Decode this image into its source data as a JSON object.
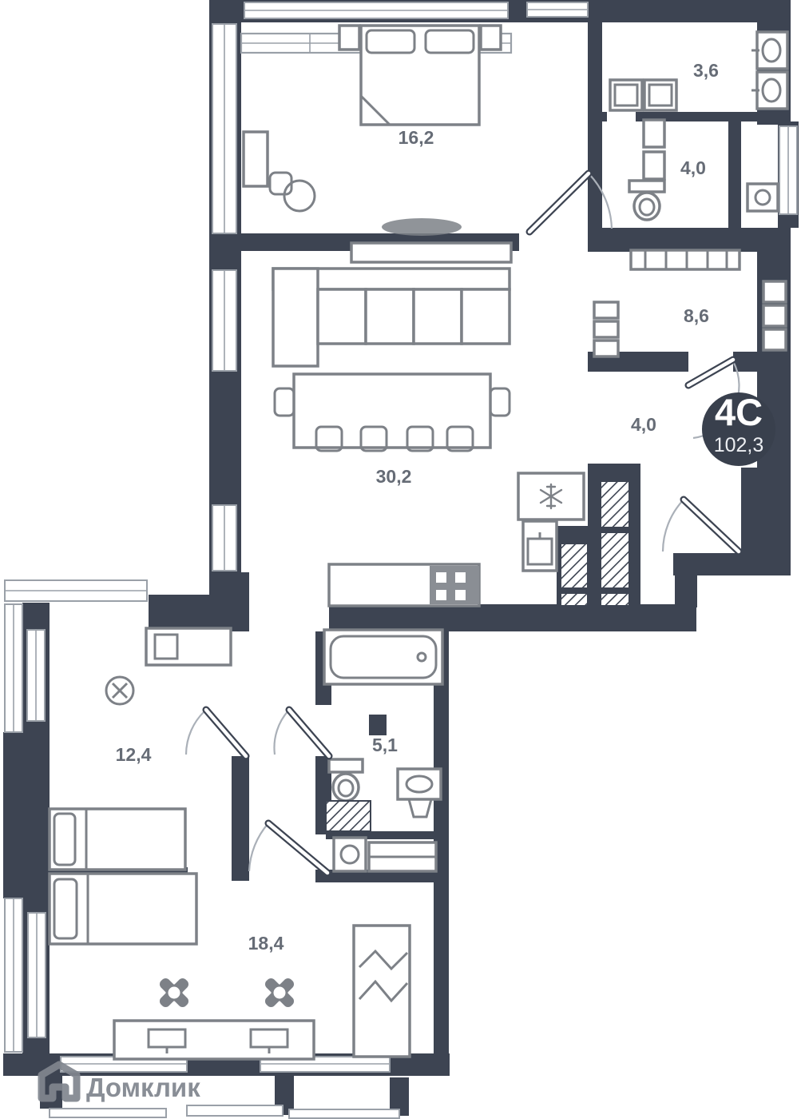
{
  "plan": {
    "type_badge": {
      "code": "4C",
      "area": "102,3"
    },
    "watermark": "Домклик",
    "labels": {
      "bedroom_master": "16,2",
      "laundry_bath": "3,6",
      "wc": "4,0",
      "wardrobe": "8,6",
      "hallway": "4,0",
      "living_kitchen": "30,2",
      "bedroom_left": "12,4",
      "bathroom_main": "5,1",
      "bedroom_kids": "18,4"
    },
    "colors": {
      "wall": "#3d4452",
      "furniture": "#7d8187",
      "window_frame": "#9aa0a8",
      "badge": "#39404d",
      "label": "#454c59"
    }
  }
}
